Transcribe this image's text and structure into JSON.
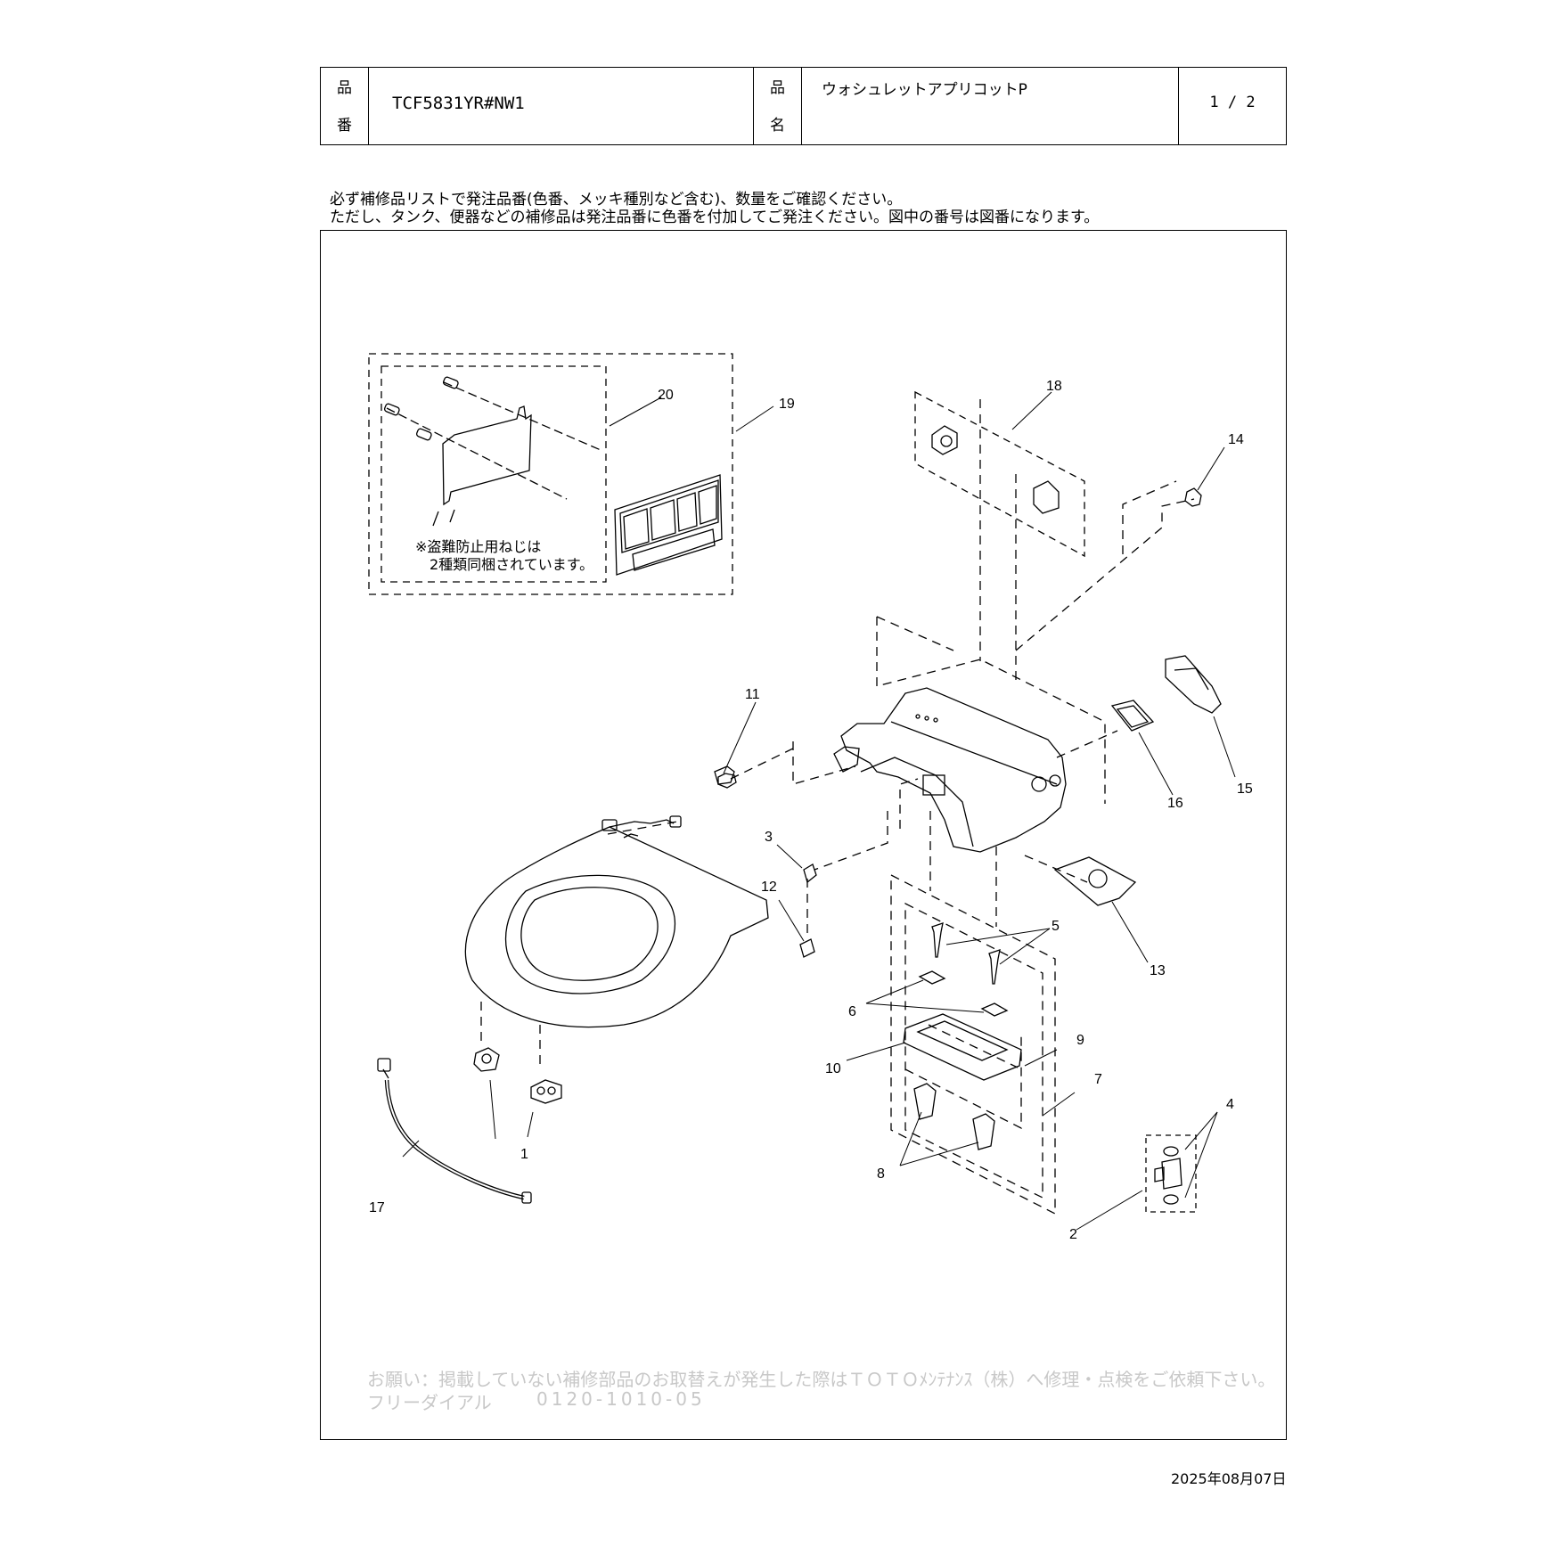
{
  "header": {
    "part_number_label_top": "品",
    "part_number_label_bottom": "番",
    "part_number": "TCF5831YR#NW1",
    "product_name_label_top": "品",
    "product_name_label_bottom": "名",
    "product_name": "ウォシュレットアプリコットP",
    "page": "1 / 2"
  },
  "notes": {
    "line1": "必ず補修品リストで発注品番(色番、メッキ種別など含む)、数量をご確認ください。",
    "line2": "ただし、タンク、便器などの補修品は発注品番に色番を付加してご発注ください。図中の番号は図番になります。"
  },
  "inset_note": {
    "line1": "※盗難防止用ねじは",
    "line2": "2種類同梱されています。"
  },
  "callouts": [
    "1",
    "2",
    "3",
    "4",
    "5",
    "6",
    "7",
    "8",
    "9",
    "10",
    "11",
    "12",
    "13",
    "14",
    "15",
    "16",
    "17",
    "18",
    "19",
    "20"
  ],
  "footer": {
    "line1": "お願い：掲載していない補修部品のお取替えが発生した際はＴＯＴＯﾒﾝﾃﾅﾝｽ（株）へ修理・点検をご依頼下さい。",
    "line2_label": "フリーダイアル",
    "line2_number": "0120-1010-05"
  },
  "date": "2025年08月07日"
}
